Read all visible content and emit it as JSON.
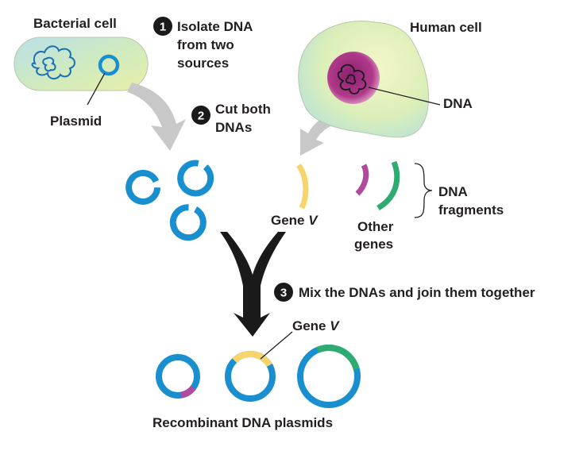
{
  "labels": {
    "bacterial_cell": "Bacterial cell",
    "plasmid": "Plasmid",
    "human_cell": "Human cell",
    "dna": "DNA",
    "gene_v_prefix": "Gene ",
    "gene_v_italic": "V",
    "other_genes_line1": "Other",
    "other_genes_line2": "genes",
    "dna_fragments_line1": "DNA",
    "dna_fragments_line2": "fragments",
    "recombinant": "Recombinant DNA plasmids"
  },
  "steps": [
    {
      "number": "1",
      "lines": [
        "Isolate DNA",
        "from two",
        "sources"
      ]
    },
    {
      "number": "2",
      "lines": [
        "Cut both",
        "DNAs"
      ]
    },
    {
      "number": "3",
      "lines": [
        "Mix the DNAs and join them together"
      ]
    }
  ],
  "colors": {
    "plasmid_blue": "#1a8fd0",
    "gene_v_yellow": "#f7d56b",
    "other_gene_purple": "#b04a9c",
    "other_gene_green": "#2eab6e",
    "arrow_gray": "#c8c8c8",
    "arrow_black": "#1a1a1a",
    "bacterial_cell_fill": "#cfeac0",
    "human_cell_fill": "#e4f0b8",
    "nucleus_magenta": "#b03a8a"
  }
}
